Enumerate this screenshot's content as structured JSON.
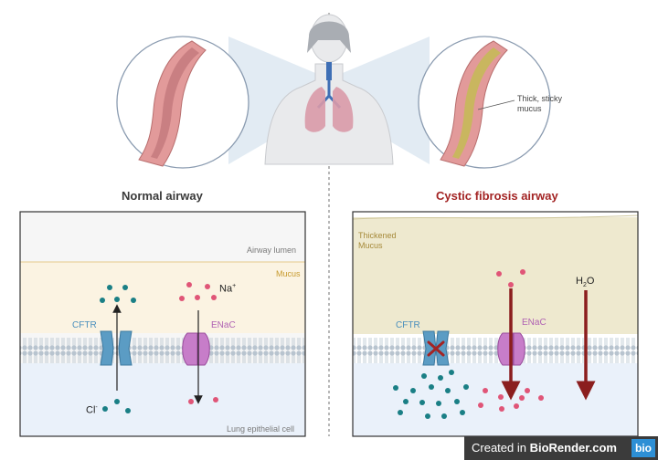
{
  "headings": {
    "normal": "Normal airway",
    "cf": "Cystic fibrosis airway"
  },
  "callout": {
    "line1": "Thick, sticky",
    "line2": "mucus"
  },
  "left_panel": {
    "airway_lumen": "Airway lumen",
    "mucus": "Mucus",
    "cftr": "CFTR",
    "enac": "ENaC",
    "na": "Na",
    "na_sup": "+",
    "cl": "Cl",
    "cl_sup": "-",
    "cell": "Lung epithelial cell"
  },
  "right_panel": {
    "thickened_1": "Thickened",
    "thickened_2": "Mucus",
    "cftr": "CFTR",
    "enac": "ENaC",
    "water_h": "H",
    "water_sub": "2",
    "water_o": "O"
  },
  "branding": {
    "created_in": "Created in ",
    "brand": "BioRender.com",
    "logo": "bio"
  },
  "colors": {
    "teal_ion": "#1a7f85",
    "pink_ion": "#e05577",
    "cftr_blue": "#5b9cc4",
    "enac_purple": "#c77dc9",
    "red_arrow": "#8b1e1e",
    "cf_heading": "#a32424"
  }
}
